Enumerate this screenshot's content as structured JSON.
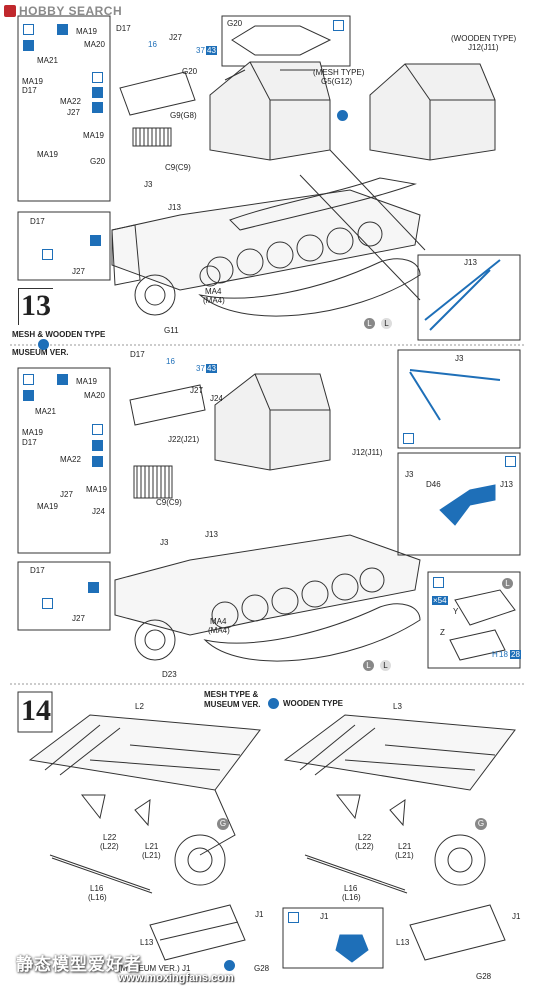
{
  "header": {
    "brand": "HOBBY SEARCH"
  },
  "colors": {
    "accent_blue": "#1e6fb8",
    "line": "#333333",
    "brand_red": "#c0282d"
  },
  "step13": {
    "number": "13",
    "section_label": "MESH & WOODEN TYPE",
    "museum_label": "MUSEUM VER.",
    "top_labels": {
      "d17": "D17",
      "j27": "J27",
      "g20_top": "G20",
      "g20": "G20",
      "ma19": "MA19",
      "ma20": "MA20",
      "ma21": "MA21",
      "ma22": "MA22",
      "ma19_b": "MA19",
      "ma19_c": "MA19",
      "d17_b": "D17",
      "j27_b": "J27",
      "g20_b": "G20",
      "g9": "G9(G8)",
      "c9": "C9(C9)",
      "j3": "J3",
      "j13": "J13",
      "ma4": "MA4",
      "ma4_sub": "(MA4)",
      "g11": "G11",
      "mesh_type": "(MESH TYPE)",
      "g5": "G5(G12)",
      "wooden_type": "(WOODEN TYPE)",
      "j12": "J12(J11)",
      "inset_d17": "D17",
      "inset_j27": "J27",
      "j13_right": "J13",
      "j3_right": "J3",
      "h16_a": "16",
      "h37_a": "37",
      "h43_a": "43",
      "l_ll": "L"
    },
    "museum_labels": {
      "d17": "D17",
      "j27": "J27",
      "j24": "J24",
      "j22": "J22(J21)",
      "ma19": "MA19",
      "ma20": "MA20",
      "ma21": "MA21",
      "ma22": "MA22",
      "ma19_b": "MA19",
      "d17_b": "D17",
      "j27_b": "J27",
      "ma19_c": "MA19",
      "j24_b": "J24",
      "c9": "C9(C9)",
      "j3": "J3",
      "j13": "J13",
      "ma4": "MA4",
      "ma4_sub": "(MA4)",
      "d23": "D23",
      "j12": "J12(J11)",
      "j3_right": "J3",
      "d46": "D46",
      "j13_right": "J13",
      "inset_d17": "D17",
      "inset_j27": "J27",
      "y": "Y",
      "z": "Z",
      "x54": "×54",
      "h18": "H",
      "h18b": "18",
      "h18c": "28",
      "h16": "16",
      "h37": "37",
      "h43": "43"
    }
  },
  "step14": {
    "number": "14",
    "subtitle_left": "MESH TYPE &",
    "subtitle_left2": "MUSEUM VER.",
    "subtitle_right": "WOODEN TYPE",
    "left": {
      "l2": "L2",
      "l22": "L22",
      "l22_sub": "(L22)",
      "l21": "L21",
      "l21_sub": "(L21)",
      "g": "G",
      "l16": "L16",
      "l16_sub": "(L16)",
      "l13": "L13",
      "j1": "J1",
      "museum_note": "(MUSEUM VER.) J1",
      "g28": "G28"
    },
    "right": {
      "l3": "L3",
      "l22": "L22",
      "l22_sub": "(L22)",
      "l21": "L21",
      "l21_sub": "(L21)",
      "g": "G",
      "l16": "L16",
      "l16_sub": "(L16)",
      "l13": "L13",
      "j1": "J1",
      "g28": "G28"
    },
    "inset_j1": "J1"
  },
  "watermark": {
    "chinese": "静态模型爱好者",
    "url": "www.moxingfans.com"
  }
}
